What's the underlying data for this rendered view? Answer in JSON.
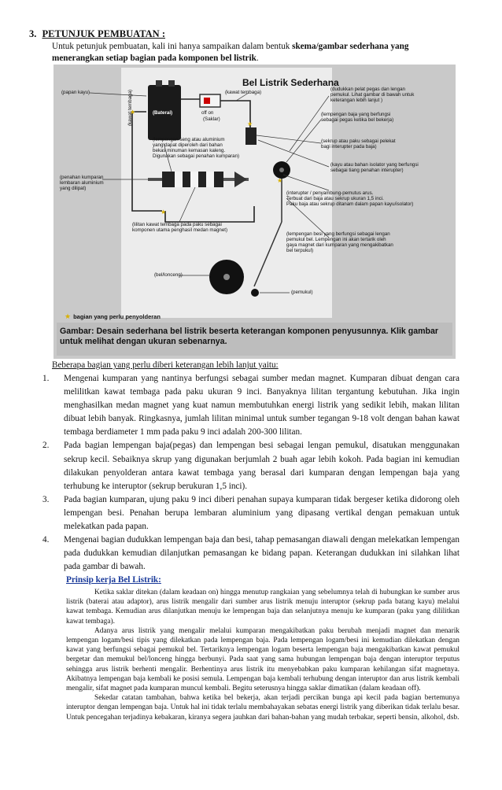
{
  "section": {
    "number": "3.",
    "title": "PETUNJUK PEMBUATAN :",
    "intro_plain": "Untuk petunjuk pembuatan, kali ini hanya sampaikan dalam bentuk ",
    "intro_bold": "skema/gambar sederhana yang menerangkan setiap bagian pada komponen bel listrik",
    "intro_end": "."
  },
  "figure": {
    "title": "Bel Listrik Sederhana",
    "labels": {
      "papan_kayu": "(papan kayu)",
      "kawat_tembaga_v": "(kawat tembaga)",
      "kawat_tembaga": "(kawat tembaga)",
      "baterai": "(Baterai)",
      "off_on": "off   on",
      "saklar": "(Saklar)",
      "dudukan": "(dudukkan pelat pegas dan lengan\npemukul. Lihat gambar di bawah untuk\nketerangan lebih lanjut )",
      "lempengan_baja": "(lempengan baja yang berfungsi\nsebagai pegas ketika bel bekerja)",
      "sekrup": "(sekrup atau paku sebagai pelekat\nbagi interupter pada baja)",
      "lempengan_seng": "(lempengan seng atau aluminium\nyang dapat diperoleh dari bahan\nbekas minuman kemasan kaleng.\nDigunakan sebagai penahan kumparan)",
      "penahan_kumparan": "(penahan kumparan\nlembaran aluminium\nyang dilipat)",
      "kayu_isolator": "(kayu atau bahan isolator yang berfungsi\nsebagai tiang penahan interupter)",
      "interupter": "(interupter / penyambung-pemutus arus.\nTerbuat dari baja atau sekrup ukuran 1,5 inci.\nPaku baja atau sekrup ditanam dalam papan kayu/isolator)",
      "lilitan": "(lilitan kawat tembaga pada paku sebagai\nkomponen utama penghasil medan magnet)",
      "lempengan_besi": "(lempengan besi yang berfungsi sebagai lengan\npemukul bel. Lempengan ini akan tertarik oleh\ngaya magnet dari kumparan yang mengakibatkan\nbel terpukul)",
      "bel": "(bel/lonceng)",
      "pemukul": "(pemukul)"
    },
    "legend": "bagian yang perlu penyolderan",
    "caption": "Gambar: Desain sederhana bel listrik beserta keterangan komponen penyusunnya. Klik gambar untuk melihat dengan ukuran sebenarnya."
  },
  "details": {
    "heading": "Beberapa bagian yang perlu diberi keterangan lebih lanjut yaitu:",
    "items": [
      {
        "n": "1.",
        "text": "Mengenai kumparan yang nantinya berfungsi sebagai sumber medan magnet. Kumparan dibuat dengan cara melilitkan kawat tembaga pada paku ukuran 9 inci. Banyaknya lilitan tergantung kebutuhan. Jika ingin menghasilkan medan magnet yang kuat namun membutuhkan energi listrik yang sedikit lebih, makan lilitan dibuat lebih banyak. Ringkasnya, jumlah lilitan minimal untuk sumber tegangan 9-18 volt dengan bahan kawat tembaga berdiameter 1 mm pada paku 9 inci adalah 200-300 lilitan."
      },
      {
        "n": "2.",
        "text": "Pada bagian lempengan baja(pegas) dan lempengan besi sebagai lengan pemukul, disatukan menggunakan sekrup kecil. Sebaiknya skrup yang digunakan berjumlah 2 buah agar lebih kokoh. Pada bagian ini kemudian dilakukan penyolderan antara kawat tembaga yang berasal dari kumparan dengan lempengan baja yang terhubung ke interuptor (sekrup berukuran 1,5 inci)."
      },
      {
        "n": "3.",
        "text": "Pada bagian kumparan, ujung paku 9 inci diberi penahan supaya kumparan tidak bergeser ketika didorong oleh lempengan besi. Penahan berupa lembaran aluminium yang dipasang vertikal dengan pemakuan untuk melekatkan pada papan."
      },
      {
        "n": "4.",
        "text": "Mengenai bagian dudukkan lempengan baja dan besi, tahap pemasangan diawali dengan melekatkan lempengan pada dudukkan kemudian dilanjutkan pemasangan ke bidang papan. Keterangan dudukkan ini silahkan lihat pada gambar di bawah."
      }
    ]
  },
  "principle": {
    "title": "Prinsip kerja Bel Listrik",
    "colon": ":",
    "paragraphs": [
      "Ketika saklar ditekan (dalam keadaan on) hingga menutup rangkaian yang sebelumnya telah di hubungkan ke sumber arus listrik (baterai atau adaptor), arus listrik mengalir dari sumber arus listrik menuju interuptor (sekrup pada batang kayu) melalui kawat tembaga. Kemudian arus dilanjutkan menuju ke lempengan baja dan selanjutnya menuju ke kumparan (paku yang dililitkan kawat tembaga).",
      "Adanya arus listrik yang mengalir melalui kumparan mengakibatkan paku berubah menjadi magnet dan menarik lempengan logam/besi tipis yang dilekatkan pada lempengan baja. Pada lempengan logam/besi ini kemudian dilekatkan dengan kawat yang berfungsi sebagai pemukul bel. Tertariknya lempengan logam beserta lempengan baja mengakibatkan kawat pemukul bergetar dan memukul bel/lonceng hingga berbunyi. Pada saat yang sama hubungan lempengan baja dengan interuptor terputus sehingga arus listrik berhenti mengalir. Berhentinya arus listrik itu menyebabkan paku kumparan kehilangan sifat magnetnya. Akibatnya lempengan baja kembali ke posisi semula. Lempengan baja kembali terhubung dengan interuptor dan arus listrik kembali mengalir, sifat magnet pada kumparan muncul kembali. Begitu seterusnya hingga saklar dimatikan (dalam keadaan off).",
      "Sekedar catatan tambahan, bahwa ketika bel bekerja, akan terjadi percikan bunga api kecil pada bagian bertemunya interuptor dengan lempengan baja. Untuk hal ini tidak terlalu membahayakan sebatas energi listrik yang diberikan tidak terlalu besar. Untuk pencegahan terjadinya kebakaran, kiranya segera jauhkan dari bahan-bahan yang mudah terbakar, seperti bensin, alkohol, dsb."
    ]
  },
  "colors": {
    "figure_bg": "#c9c9c9",
    "board": "#ececec",
    "link": "#1a3a9a"
  }
}
